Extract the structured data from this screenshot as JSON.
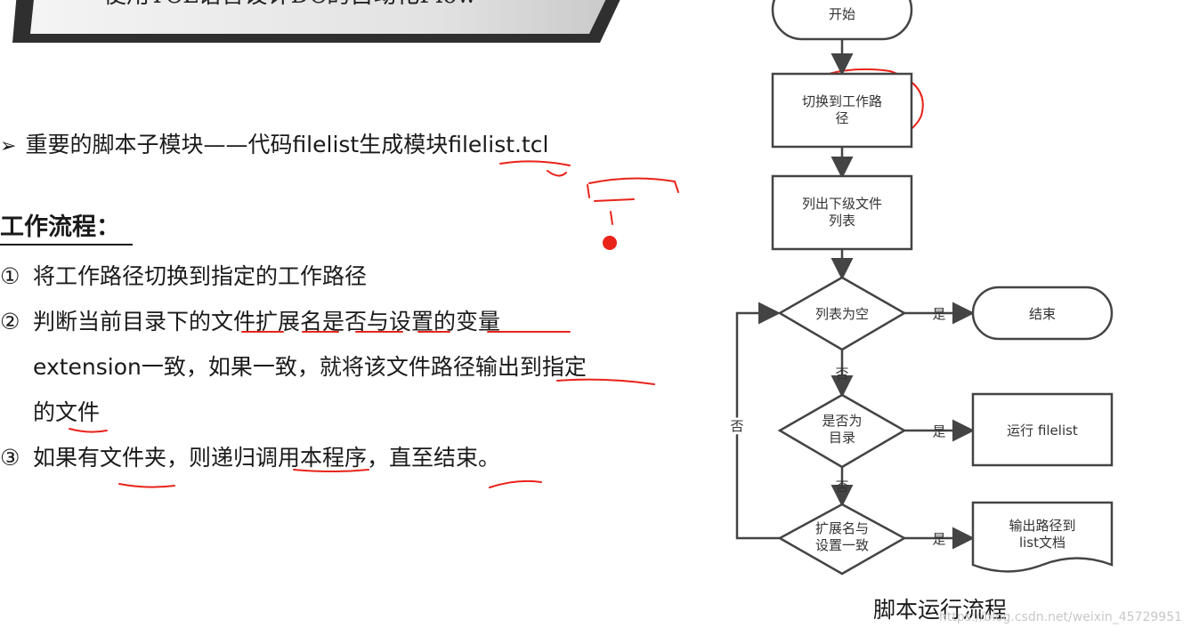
{
  "slide": {
    "title": "使用TCL语言设计DC的自动化Flow",
    "bullet_marker": "➢",
    "bullet": "重要的脚本子模块——代码filelist生成模块filelist.tcl",
    "section_heading": "工作流程：",
    "steps": [
      {
        "num": "①",
        "text": "将工作路径切换到指定的工作路径"
      },
      {
        "num": "②",
        "text": "判断当前目录下的文件扩展名是否与设置的变量"
      },
      {
        "num": "",
        "text": "extension一致，如果一致，就将该文件路径输出到指定"
      },
      {
        "num": "",
        "text": "的文件"
      },
      {
        "num": "③",
        "text": "如果有文件夹，则递归调用本程序，直至结束。"
      }
    ]
  },
  "flowchart": {
    "nodes": {
      "start": "开始",
      "cd_line1": "切换到工作路",
      "cd_line2": "径",
      "list_line1": "列出下级文件",
      "list_line2": "列表",
      "empty": "列表为空",
      "end": "结束",
      "isdir_line1": "是否为",
      "isdir_line2": "目录",
      "run": "运行 filelist",
      "ext_line1": "扩展名与",
      "ext_line2": "设置一致",
      "out_line1": "输出路径到",
      "out_line2": "list文档"
    },
    "edges": {
      "yes1": "是",
      "yes2": "是",
      "yes3": "是",
      "no1": "否",
      "no2": "否",
      "loop": "否"
    },
    "caption": "脚本运行流程"
  },
  "watermark": "https://blog.csdn.net/weixin_45729951",
  "colors": {
    "annotation": "#e8231a",
    "banner_dark": "#3a3a3a",
    "banner_light": "#e9e9e9"
  }
}
